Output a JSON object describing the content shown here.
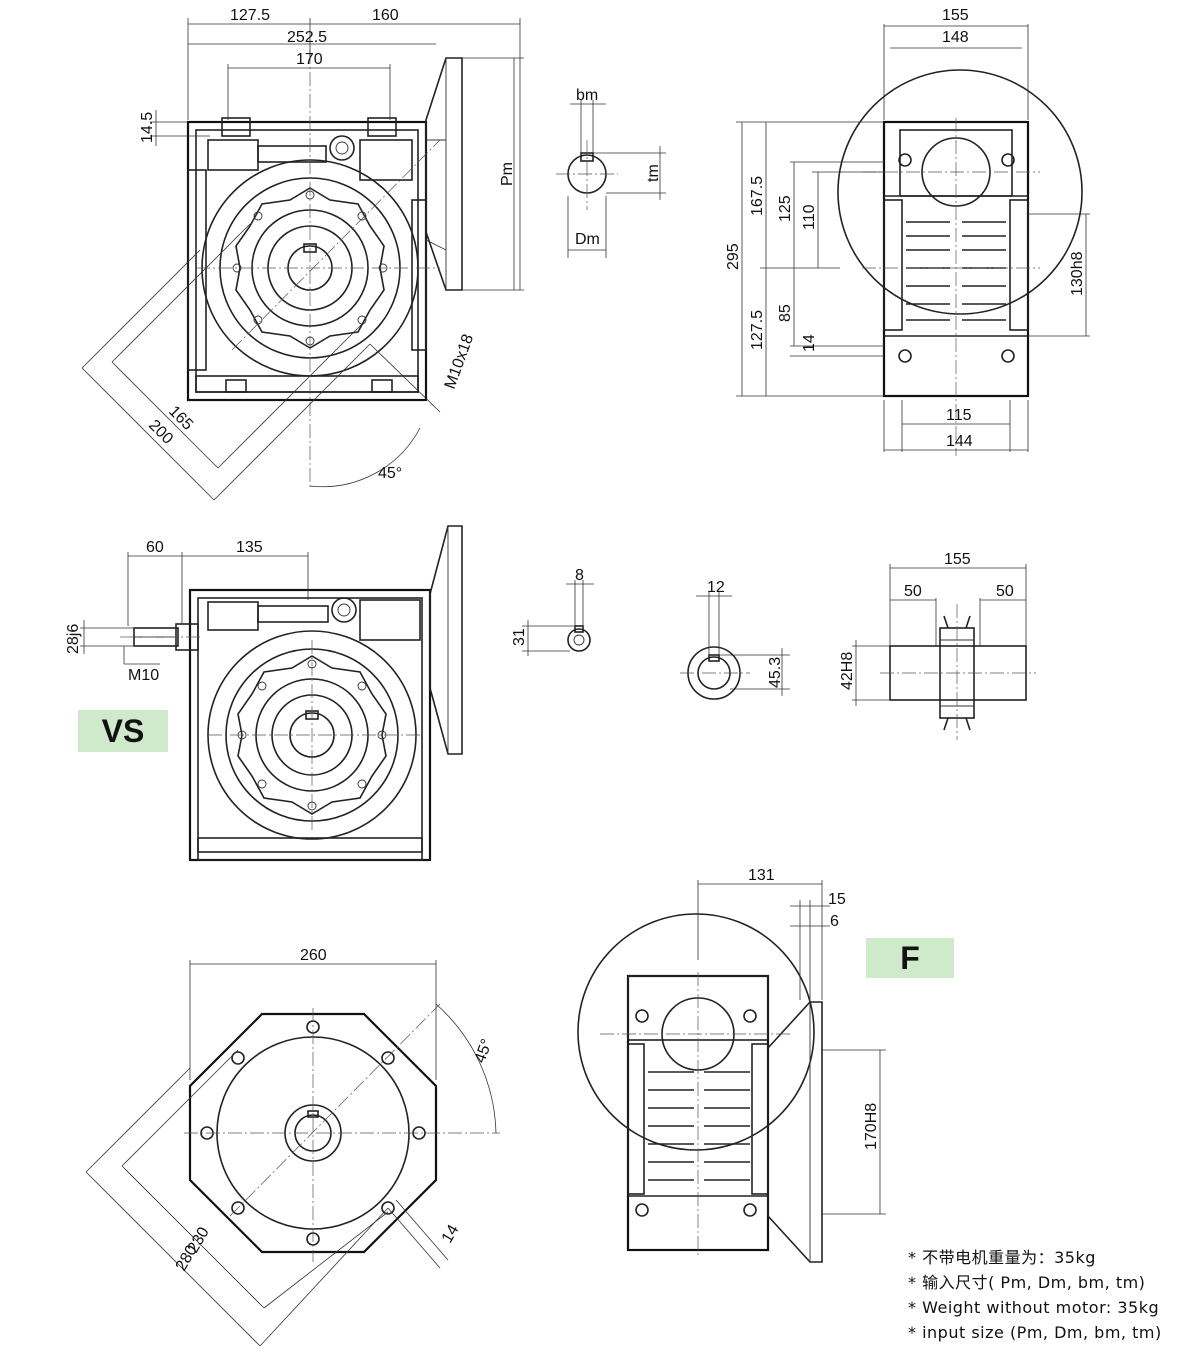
{
  "dims": {
    "top_view": {
      "d127_5": "127.5",
      "d160": "160",
      "d252_5": "252.5",
      "d170": "170",
      "d14_5": "14.5",
      "pm": "Pm",
      "m10x18": "M10x18",
      "d165": "165",
      "d200": "200",
      "a45": "45°"
    },
    "shaft_key": {
      "bm": "bm",
      "tm": "tm",
      "dm": "Dm"
    },
    "side_view": {
      "d155": "155",
      "d148": "148",
      "d295": "295",
      "d167_5": "167.5",
      "d125": "125",
      "d110": "110",
      "d127_5": "127.5",
      "d85": "85",
      "d14": "14",
      "d130h8": "130h8",
      "d115": "115",
      "d144": "144"
    },
    "vs_view": {
      "d60": "60",
      "d135": "135",
      "d28j6": "28j6",
      "m10": "M10"
    },
    "vs_key": {
      "d8": "8",
      "d31": "31"
    },
    "bore": {
      "d12": "12",
      "d45_3": "45.3"
    },
    "out_shaft": {
      "d155": "155",
      "d50a": "50",
      "d50b": "50",
      "d42h8": "42H8"
    },
    "flange": {
      "d260": "260",
      "a45": "45°",
      "d230": "230",
      "d280": "280",
      "d14": "14"
    },
    "f_view": {
      "d131": "131",
      "d15": "15",
      "d6": "6",
      "d170h8": "170H8"
    }
  },
  "labels": {
    "vs": "VS",
    "f": "F"
  },
  "notes": [
    "* 不带电机重量为：35kg",
    "* 输入尺寸( Pm, Dm, bm, tm)",
    "* Weight without motor: 35kg",
    "* input  size  (Pm, Dm, bm, tm)"
  ],
  "colors": {
    "tag_bg": "#cfeacb",
    "line": "#222222"
  }
}
